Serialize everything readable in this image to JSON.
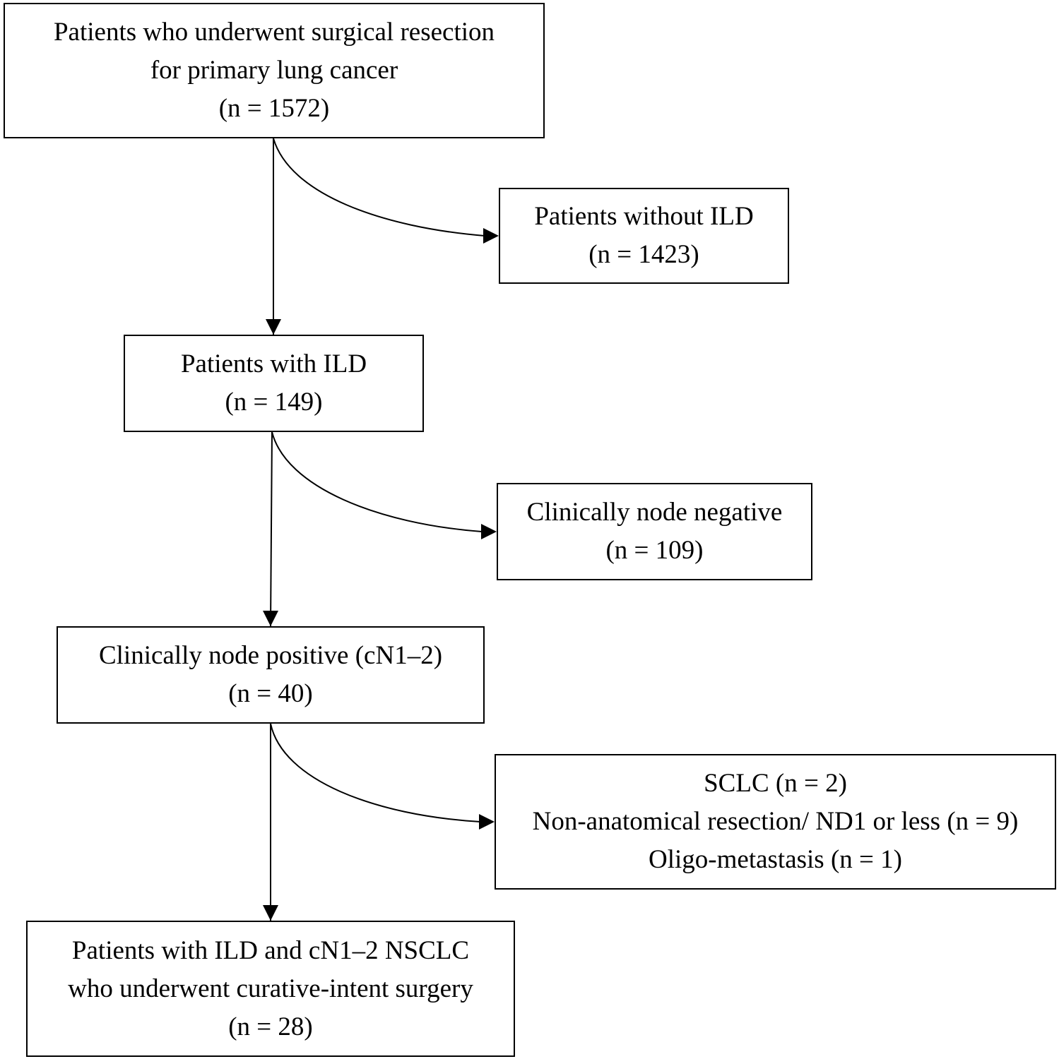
{
  "boxes": {
    "total": {
      "lines": [
        "Patients who underwent surgical resection",
        "for primary lung cancer",
        "(n = 1572)"
      ]
    },
    "without_ild": {
      "lines": [
        "Patients without ILD",
        "(n = 1423)"
      ]
    },
    "with_ild": {
      "lines": [
        "Patients with ILD",
        "(n = 149)"
      ]
    },
    "node_negative": {
      "lines": [
        "Clinically node negative",
        "(n = 109)"
      ]
    },
    "node_positive": {
      "lines": [
        "Clinically node positive (cN1–2)",
        "(n = 40)"
      ]
    },
    "excluded": {
      "lines": [
        "SCLC (n = 2)",
        "Non-anatomical resection/ ND1 or less (n = 9)",
        "Oligo-metastasis (n = 1)"
      ]
    },
    "final": {
      "lines": [
        "Patients with ILD and cN1–2 NSCLC",
        "who underwent curative-intent surgery",
        "(n = 28)"
      ]
    }
  },
  "colors": {
    "line": "#000000",
    "background": "#ffffff"
  }
}
